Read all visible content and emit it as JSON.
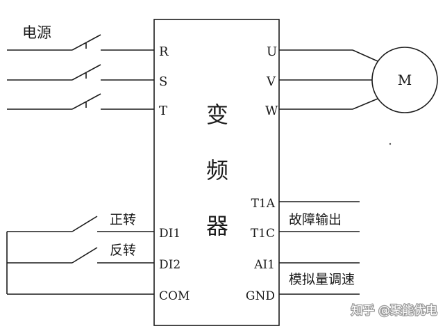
{
  "power_label": "电源",
  "inverter_name": [
    "变",
    "频",
    "器"
  ],
  "motor_label": "M",
  "input_terminals": [
    "R",
    "S",
    "T"
  ],
  "output_terminals": [
    "U",
    "V",
    "W"
  ],
  "control_terminals": [
    "DI1",
    "DI2",
    "COM"
  ],
  "right_terminals": [
    "T1A",
    "T1C",
    "AI1",
    "GND"
  ],
  "switch_labels": [
    "正转",
    "反转"
  ],
  "fault_output_label": "故障输出",
  "analog_speed_label": "模拟量调速",
  "watermark": "知乎 @聚能优电"
}
